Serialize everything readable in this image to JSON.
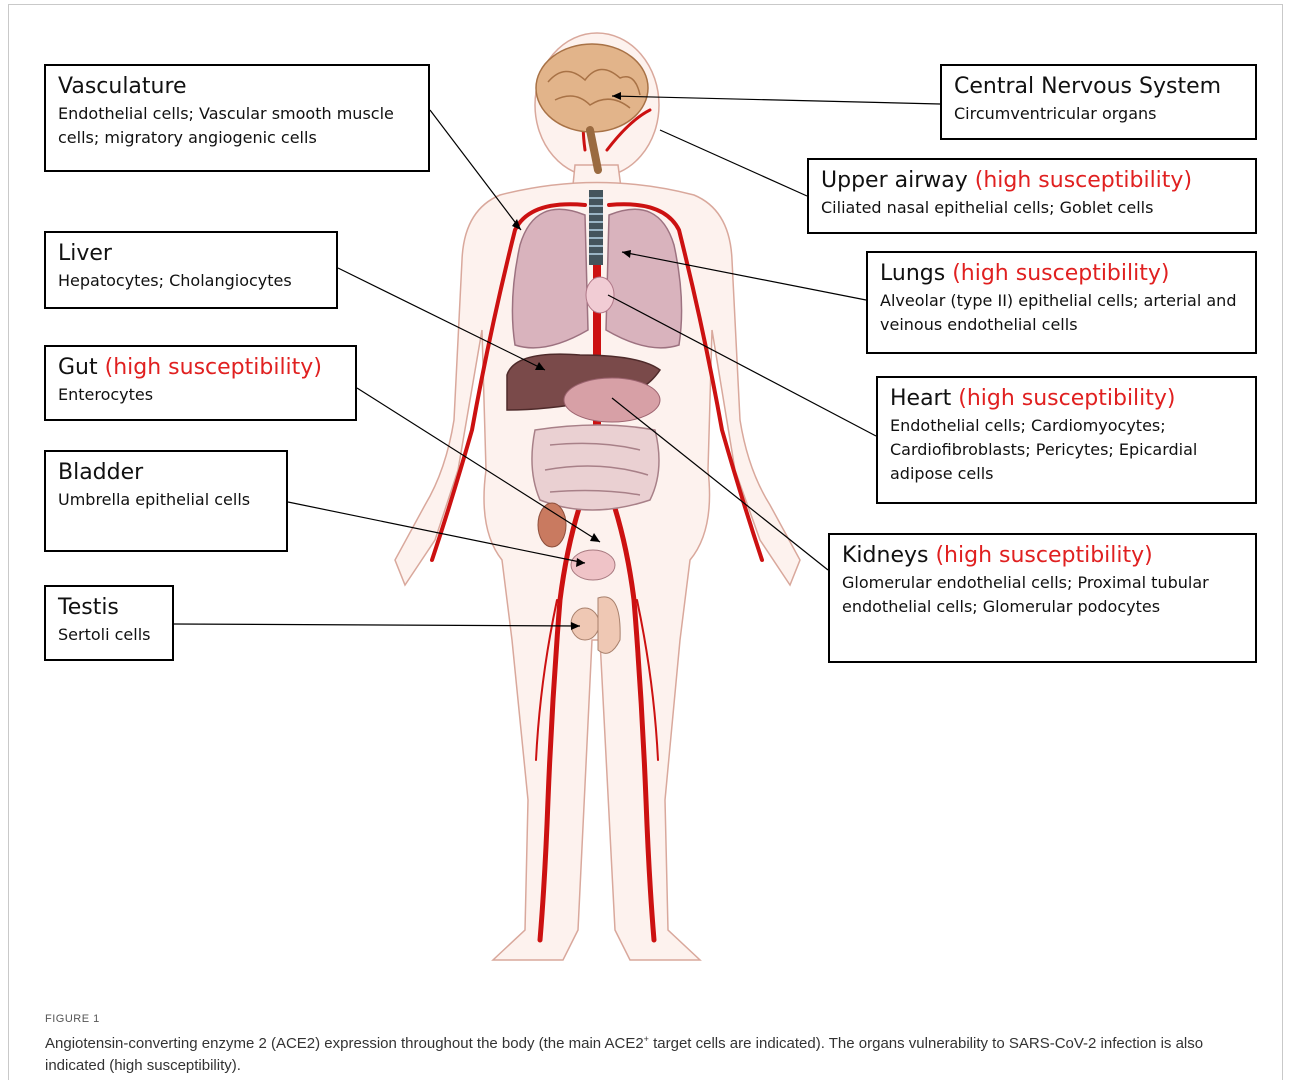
{
  "boxes": {
    "vasculature": {
      "title": "Vasculature",
      "cells": "Endothelial cells; Vascular smooth muscle cells; migratory angiogenic cells"
    },
    "liver": {
      "title": "Liver",
      "cells": "Hepatocytes; Cholangiocytes"
    },
    "gut": {
      "title": "Gut",
      "susceptibility": "(high susceptibility)",
      "cells": "Enterocytes"
    },
    "bladder": {
      "title": "Bladder",
      "cells": "Umbrella epithelial cells"
    },
    "testis": {
      "title": "Testis",
      "cells": "Sertoli cells"
    },
    "cns": {
      "title": "Central Nervous System",
      "cells": "Circumventricular organs"
    },
    "upper_airway": {
      "title": "Upper airway",
      "susceptibility": "(high susceptibility)",
      "cells": "Ciliated nasal epithelial cells; Goblet cells"
    },
    "lungs": {
      "title": "Lungs",
      "susceptibility": "(high susceptibility)",
      "cells": "Alveolar (type II) epithelial cells; arterial and veinous endothelial cells"
    },
    "heart": {
      "title": "Heart",
      "susceptibility": "(high susceptibility)",
      "cells": "Endothelial cells; Cardiomyocytes; Cardiofibroblasts; Pericytes; Epicardial adipose cells"
    },
    "kidneys": {
      "title": "Kidneys",
      "susceptibility": "(high susceptibility)",
      "cells": "Glomerular endothelial cells; Proximal tubular endothelial cells; Glomerular podocytes"
    }
  },
  "caption": {
    "label": "FIGURE 1",
    "text_part1": "Angiotensin-converting enzyme 2 (ACE2) expression throughout the body (the main ACE2",
    "superscript": "+",
    "text_part2": " target cells are indicated). The organs vulnerability to SARS-CoV-2 infection is also indicated (high susceptibility)."
  },
  "colors": {
    "susceptibility_text": "#e02020",
    "artery": "#cc1111",
    "body_fill": "#fdf2ee",
    "lung": "#d9b3bd",
    "brain": "#e2b48a",
    "liver": "#7a4a4a"
  }
}
